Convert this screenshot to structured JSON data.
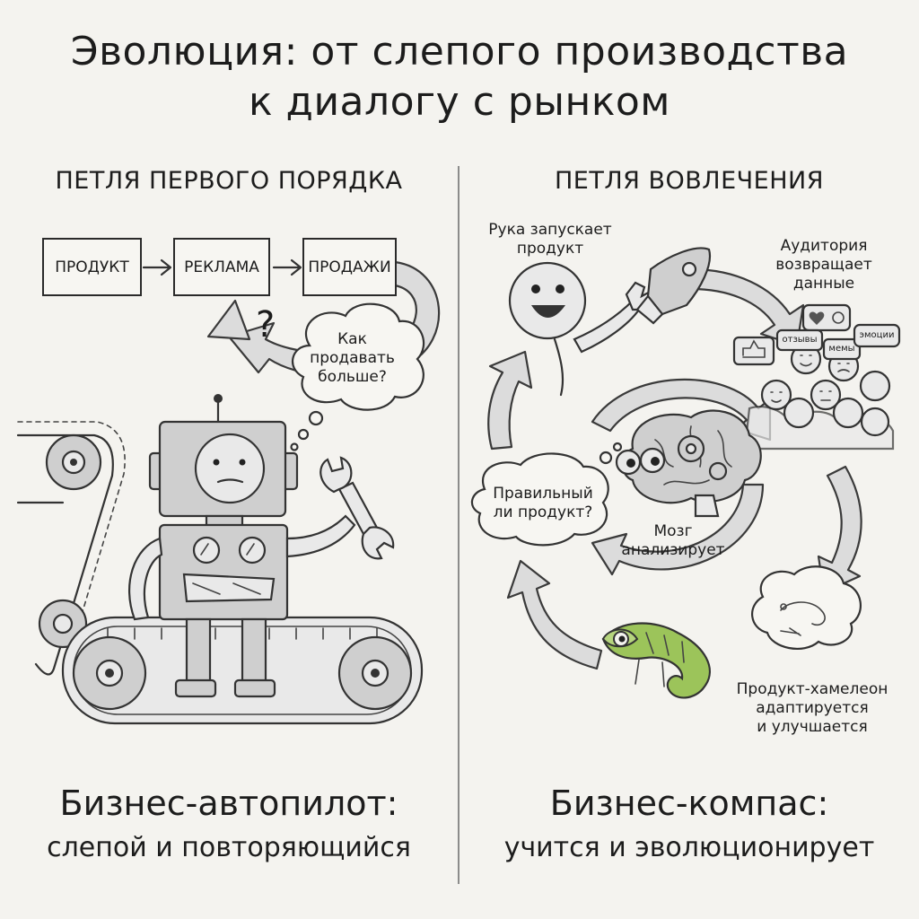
{
  "title": {
    "line1": "Эволюция: от слепого производства",
    "line2": "к диалогу с рынком"
  },
  "left": {
    "heading": "ПЕТЛЯ ПЕРВОГО ПОРЯДКА",
    "flow": [
      "ПРОДУКТ",
      "РЕКЛАМА",
      "ПРОДАЖИ"
    ],
    "question_mark": "?",
    "thought": [
      "Как",
      "продавать",
      "больше?"
    ],
    "caption_main": "Бизнес-автопилот:",
    "caption_sub": "слепой и повторяющийся"
  },
  "right": {
    "heading": "ПЕТЛЯ ВОВЛЕЧЕНИЯ",
    "hand_label": [
      "Рука запускает",
      "продукт"
    ],
    "audience_label": [
      "Аудитория",
      "возвращает",
      "данные"
    ],
    "bubbles": [
      "отзывы",
      "мемы",
      "эмоции"
    ],
    "thought": [
      "Правильный",
      "ли продукт?"
    ],
    "brain_label": [
      "Мозг",
      "анализирует"
    ],
    "chameleon_label": [
      "Продукт-хамелеон",
      "адаптируется",
      "и улучшается"
    ],
    "caption_main": "Бизнес-компас:",
    "caption_sub": "учится и эволюционирует"
  },
  "icons": [
    "gear-icon",
    "wrench-icon",
    "robot-icon",
    "conveyor-icon",
    "rocket-icon",
    "brain-icon",
    "chameleon-icon",
    "heart-icon",
    "thumbs-up-icon"
  ],
  "colors": {
    "chameleon_green": "#9cc45a",
    "ink": "#1c1c1c",
    "paper": "#f4f3ef"
  }
}
